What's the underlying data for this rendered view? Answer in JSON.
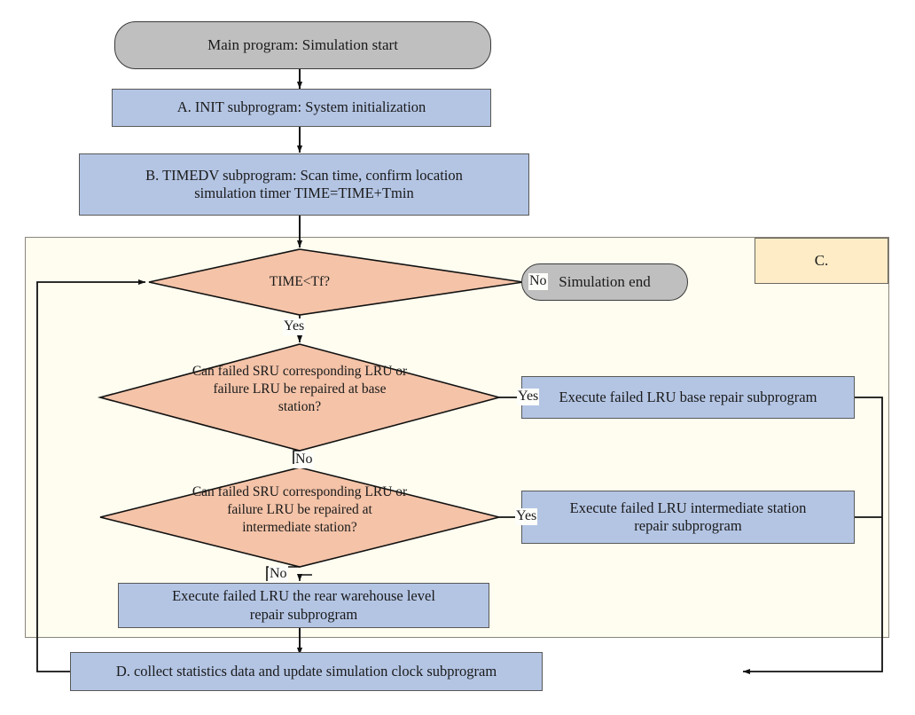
{
  "diagram": {
    "title": "Simulation program flowchart",
    "colors": {
      "process_fill": "#b4c5e4",
      "terminal_fill": "#bfbfbf",
      "decision_fill": "#f4c3a8",
      "panel_fill": "#fffdf0",
      "panel_c_fill": "#fdecc6",
      "stroke": "#1a1a1a"
    },
    "nodes": {
      "start": {
        "label": "Main program:  Simulation start",
        "shape": "terminal"
      },
      "init": {
        "label": "A. INIT subprogram: System initialization",
        "shape": "process"
      },
      "timedv_line1": "B. TIMEDV subprogram: Scan time, confirm location",
      "timedv_line2": "simulation timer   TIME=TIME+Tmin",
      "decision_time": {
        "label": "TIME<Tf?",
        "shape": "decision"
      },
      "sim_end": {
        "label": "Simulation end",
        "shape": "terminal"
      },
      "panel_c_label": "C.",
      "decision_base_line1": "Can failed SRU corresponding LRU or",
      "decision_base_line2": "failure LRU be repaired at base",
      "decision_base_line3": "station?",
      "base_repair": {
        "label": "Execute failed LRU base repair subprogram",
        "shape": "process"
      },
      "decision_inter_line1": "Can failed SRU corresponding LRU or",
      "decision_inter_line2": "failure LRU be repaired at",
      "decision_inter_line3": "intermediate station?",
      "inter_repair_line1": "Execute failed LRU intermediate station",
      "inter_repair_line2": "repair subprogram",
      "rear_repair_line1": "Execute failed  LRU the rear warehouse level",
      "rear_repair_line2": "repair subprogram",
      "collect": {
        "label": "D. collect statistics data and update simulation clock subprogram",
        "shape": "process"
      }
    },
    "edge_labels": {
      "time_no": "No",
      "time_yes": "Yes",
      "base_yes": "Yes",
      "base_no": "No",
      "inter_yes": "Yes",
      "inter_no": "No"
    }
  }
}
